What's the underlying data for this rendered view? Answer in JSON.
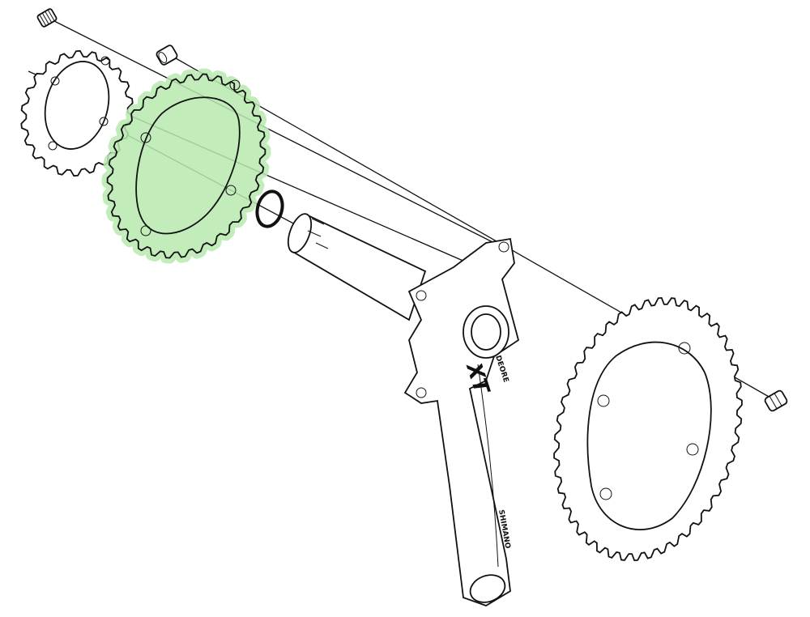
{
  "diagram": {
    "crank_arm_branding": {
      "series": "DEORE",
      "model": "XT",
      "brand": "SHIMANO"
    },
    "highlight_color": "#b8eab0",
    "parts": [
      {
        "name": "chainring-bolt-left"
      },
      {
        "name": "small-chainring"
      },
      {
        "name": "chainring-nut"
      },
      {
        "name": "middle-chainring",
        "highlighted": true
      },
      {
        "name": "o-ring"
      },
      {
        "name": "crank-axle"
      },
      {
        "name": "right-crank-arm"
      },
      {
        "name": "large-chainring"
      },
      {
        "name": "chainring-bolt-right"
      }
    ]
  }
}
